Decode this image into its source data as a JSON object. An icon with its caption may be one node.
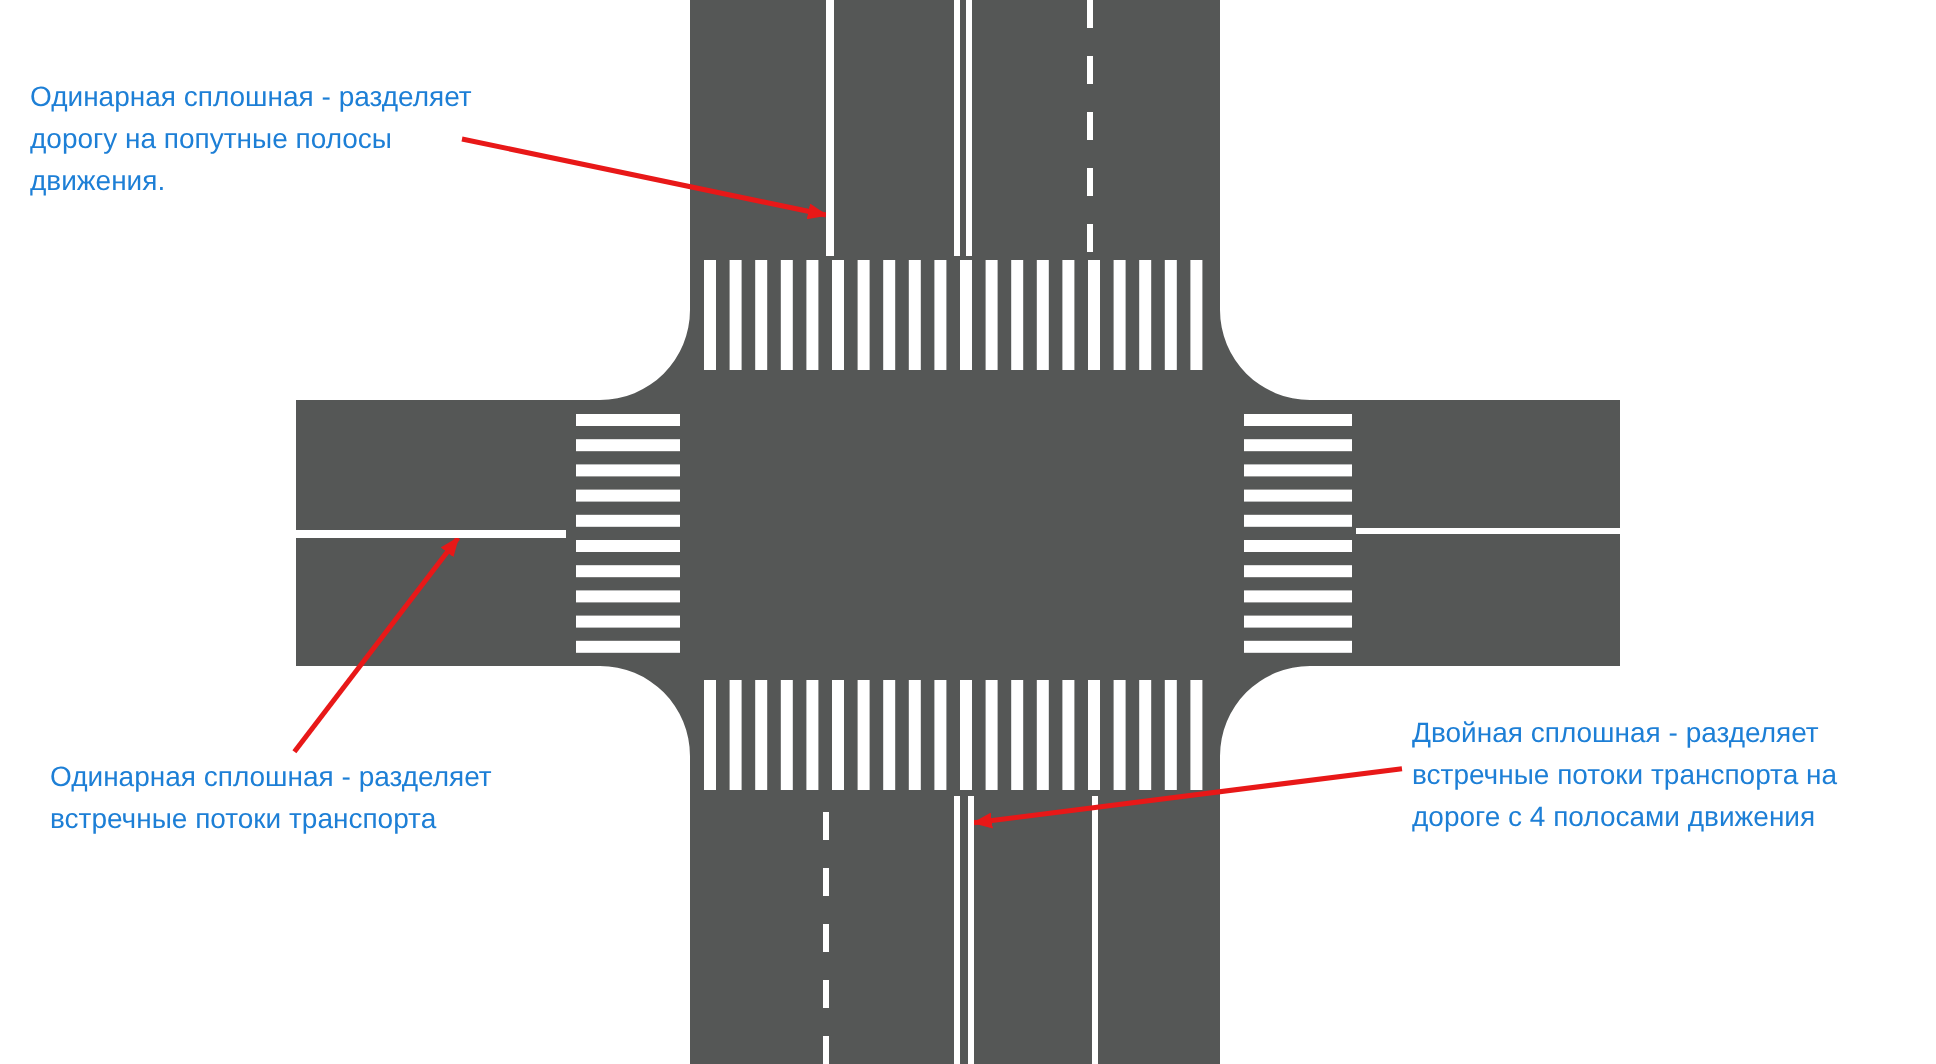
{
  "diagram": {
    "nodes": [
      {
        "text": [
          "Одинарная сплошная - разделяет дорогу на попутные полосы движения."
        ]
      },
      {
        "text": [],
        "shape": "bar"
      },
      {
        "text": [
          "Одинарная сплошная - разделяет встречные потоки транспорта"
        ]
      },
      {
        "text": [],
        "shape": "bar"
      },
      {
        "text": [
          "Двойная сплошная - разделяет встречные потоки транспорта на дороге с 4 полосами движения"
        ]
      },
      {
        "text": [],
        "shape": "bar"
      }
    ],
    "edges": [
      {
        "from": 0,
        "to": 1,
        "arrow": "to"
      },
      {
        "from": 2,
        "to": 3,
        "arrow": "to"
      },
      {
        "from": 4,
        "to": 5,
        "arrow": "to"
      }
    ]
  }
}
